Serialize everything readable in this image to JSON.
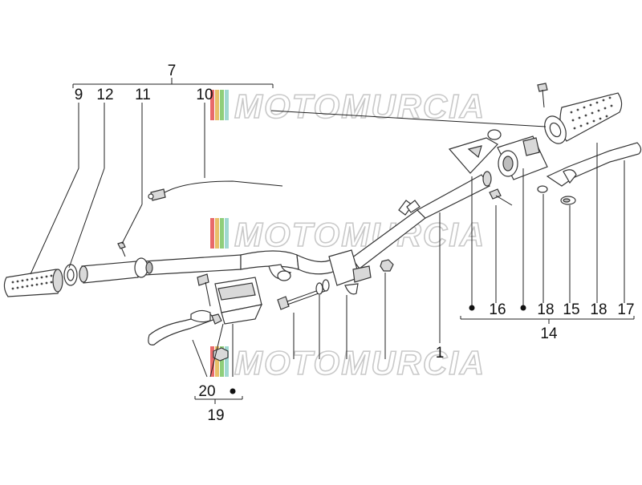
{
  "watermark": {
    "text": "MOTOMURCIA",
    "stripe_colors": [
      "#e86a6a",
      "#e8c06a",
      "#8fce7a",
      "#9fd8d0"
    ]
  },
  "callouts": {
    "c7": "7",
    "c9": "9",
    "c12": "12",
    "c11": "11",
    "c10": "10",
    "c1": "1",
    "c16": "16",
    "c18a": "18",
    "c15": "15",
    "c18b": "18",
    "c17": "17",
    "c14": "14",
    "c20": "20",
    "c19": "19"
  },
  "legend_markers": {
    "dot_symbol": "•"
  }
}
